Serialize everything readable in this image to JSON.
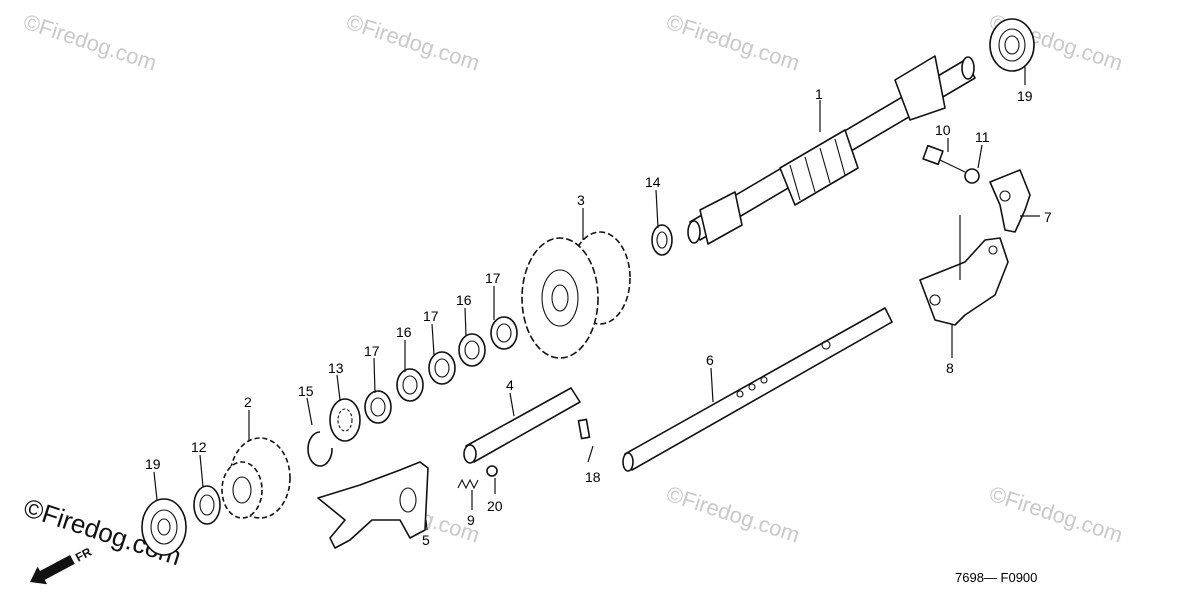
{
  "watermark_text": "©Firedog.com",
  "diagram_code": "7698— F0900",
  "direction_label": "FR",
  "callouts": [
    "1",
    "19",
    "10",
    "11",
    "7",
    "14",
    "3",
    "17",
    "16",
    "17",
    "16",
    "17",
    "13",
    "15",
    "2",
    "12",
    "19",
    "4",
    "6",
    "8",
    "18",
    "9",
    "20",
    "5"
  ]
}
